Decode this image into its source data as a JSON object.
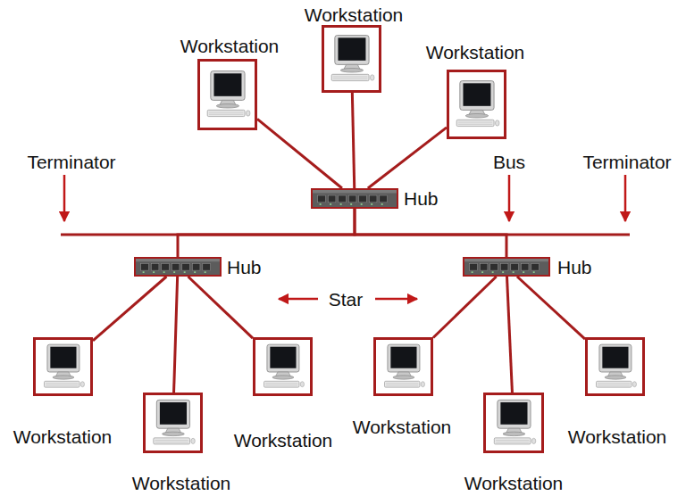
{
  "diagram": {
    "nodes": [
      {
        "text": [
          "Workstation"
        ]
      },
      {
        "text": [
          "Workstation"
        ]
      },
      {
        "text": [
          "Workstation"
        ]
      },
      {
        "text": [
          "Hub"
        ]
      },
      {
        "text": [
          "Hub"
        ]
      },
      {
        "text": [
          "Hub"
        ]
      },
      {
        "text": [
          "Workstation"
        ]
      },
      {
        "text": [
          "Workstation"
        ]
      },
      {
        "text": [
          "Workstation"
        ]
      },
      {
        "text": [
          "Workstation"
        ]
      },
      {
        "text": [
          "Workstation"
        ]
      },
      {
        "text": [
          "Workstation"
        ]
      }
    ],
    "edges": [
      {
        "from": 3,
        "to": 0,
        "arrow": "none"
      },
      {
        "from": 3,
        "to": 1,
        "arrow": "none"
      },
      {
        "from": 3,
        "to": 2,
        "arrow": "none"
      },
      {
        "from": 3,
        "to": 4,
        "arrow": "none"
      },
      {
        "from": 3,
        "to": 5,
        "arrow": "none"
      },
      {
        "from": 4,
        "to": 6,
        "arrow": "none"
      },
      {
        "from": 4,
        "to": 7,
        "arrow": "none"
      },
      {
        "from": 4,
        "to": 8,
        "arrow": "none"
      },
      {
        "from": 5,
        "to": 9,
        "arrow": "none"
      },
      {
        "from": 5,
        "to": 10,
        "arrow": "none"
      },
      {
        "from": 5,
        "to": 11,
        "arrow": "none"
      }
    ],
    "labels": [
      "Terminator",
      "Bus",
      "Terminator",
      "Star"
    ]
  }
}
